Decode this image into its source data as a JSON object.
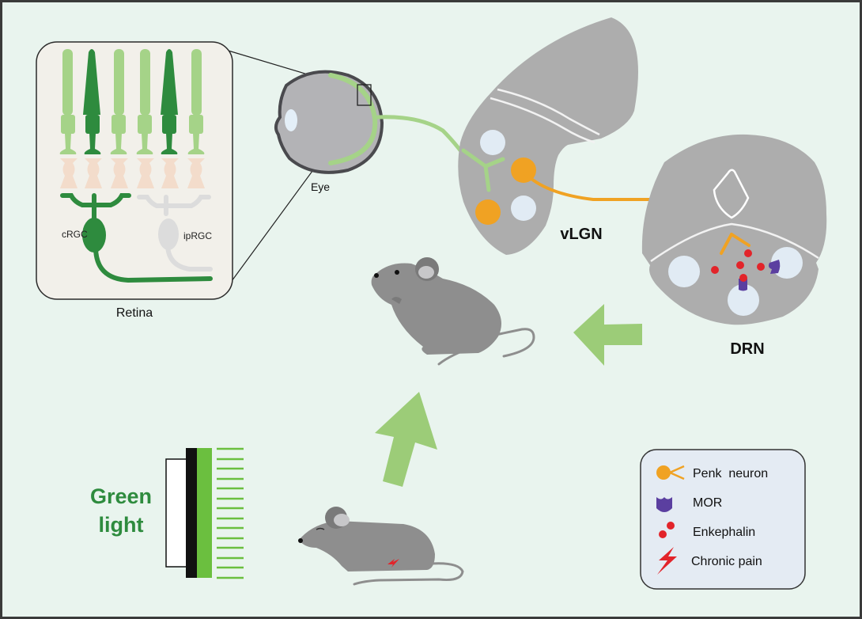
{
  "figure": {
    "type": "graphical-abstract",
    "colors": {
      "background": "#e9f4ee",
      "frame": "#3a3a3a",
      "dark_green": "#2e8b3e",
      "light_green": "#a5d388",
      "arrow_green": "#9ccc78",
      "orange": "#f0a223",
      "brain_gray": "#adadad",
      "nucleus_blue": "#e1ebf4",
      "enkephalin_red": "#e2242a",
      "mor_purple": "#5b3fa0",
      "mouse_gray": "#8e8e8e",
      "retina_panel": "#f2f0ea",
      "legend_panel": "#e4ebf3"
    }
  },
  "retina": {
    "title": "Retina",
    "crgc_label": "cRGC",
    "iprgc_label": "ipRGC"
  },
  "eye": {
    "label": "Eye"
  },
  "vlgn": {
    "label": "vLGN"
  },
  "drn": {
    "label": "DRN"
  },
  "light_source": {
    "label_line1": "Green",
    "label_line2": "light"
  },
  "legend": {
    "items": [
      {
        "icon": "penk-neuron-icon",
        "label": "Penk  neuron"
      },
      {
        "icon": "mor-icon",
        "label": "MOR"
      },
      {
        "icon": "enkephalin-icon",
        "label": "Enkephalin"
      },
      {
        "icon": "lightning-icon",
        "label": "Chronic pain"
      }
    ]
  }
}
